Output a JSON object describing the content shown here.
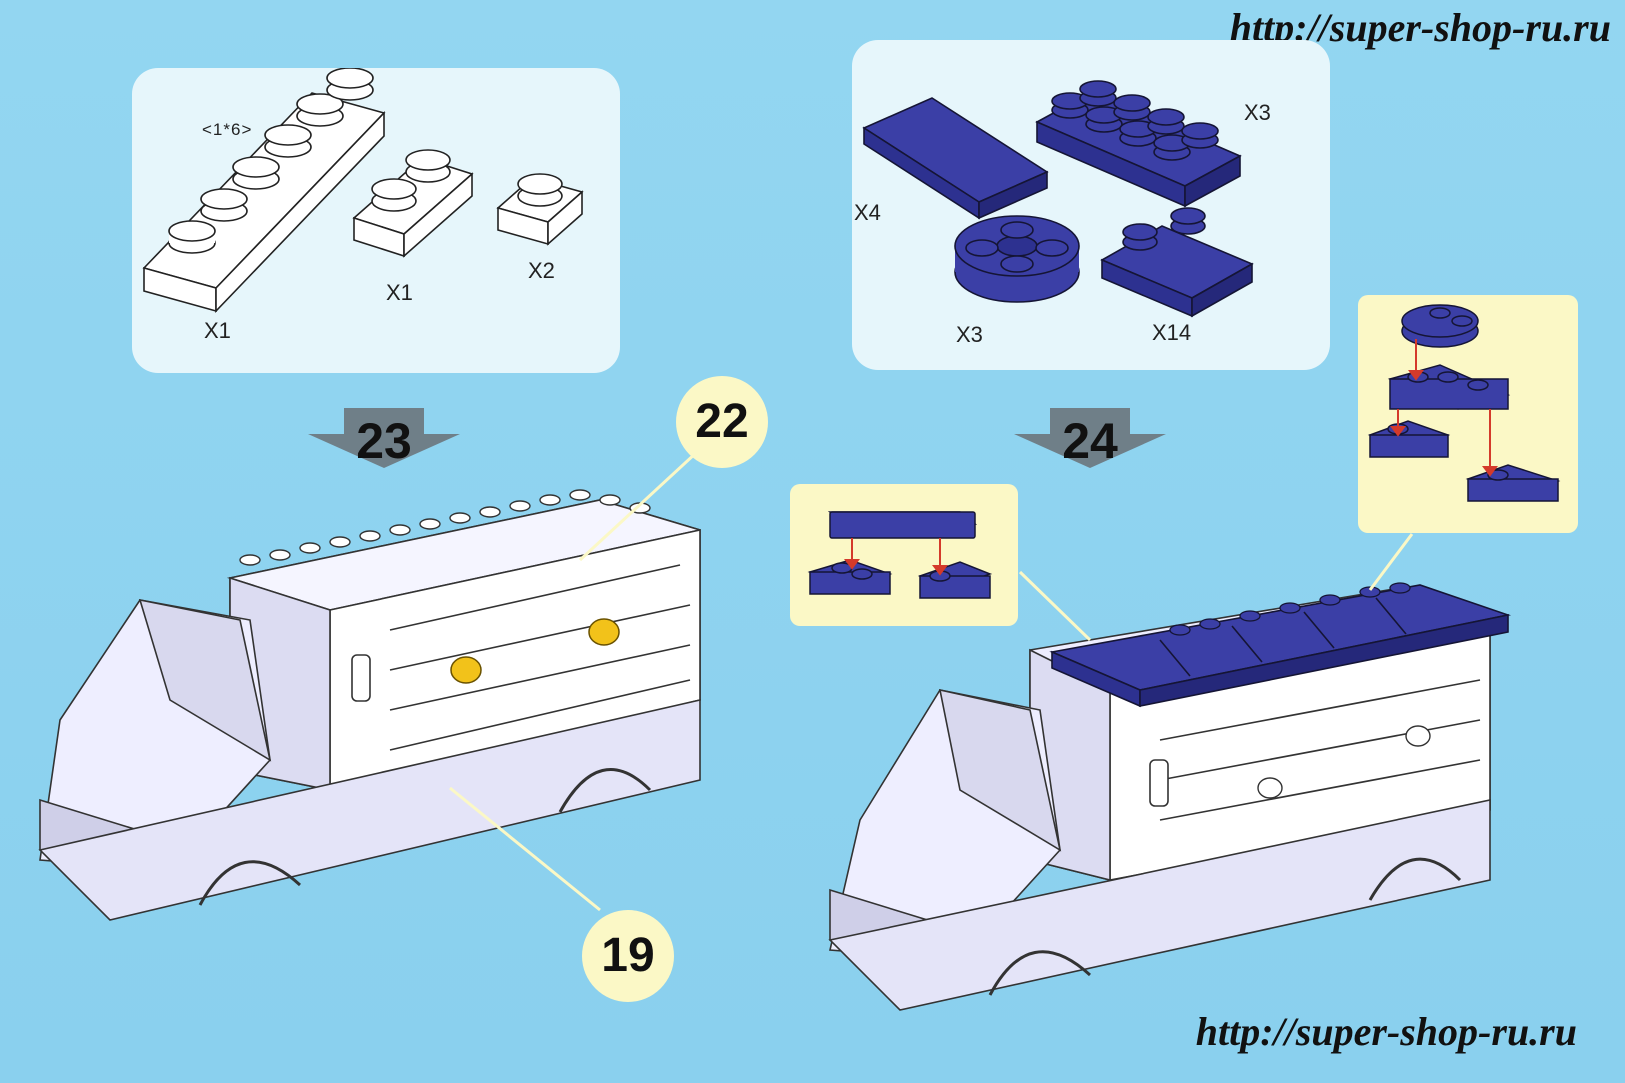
{
  "watermark": {
    "top": "http://super-shop-ru.ru",
    "bottom": "http://super-shop-ru.ru"
  },
  "step23": {
    "number": "23",
    "parts": [
      {
        "spec": "<1*6>",
        "qty": "X1"
      },
      {
        "qty": "X1"
      },
      {
        "qty": "X2"
      }
    ]
  },
  "step24": {
    "number": "24",
    "parts": [
      {
        "qty": "X4"
      },
      {
        "qty": "X3"
      },
      {
        "qty": "X3"
      },
      {
        "qty": "X14"
      }
    ]
  },
  "callouts": {
    "a": "22",
    "b": "19"
  },
  "colors": {
    "background": "#8fd3ef",
    "panel": "#e6f6fb",
    "inset": "#fbf8c6",
    "brick_blue": "#3b3fa6",
    "stud_yellow": "#f2c21a",
    "arrow_red": "#d43a2a"
  }
}
